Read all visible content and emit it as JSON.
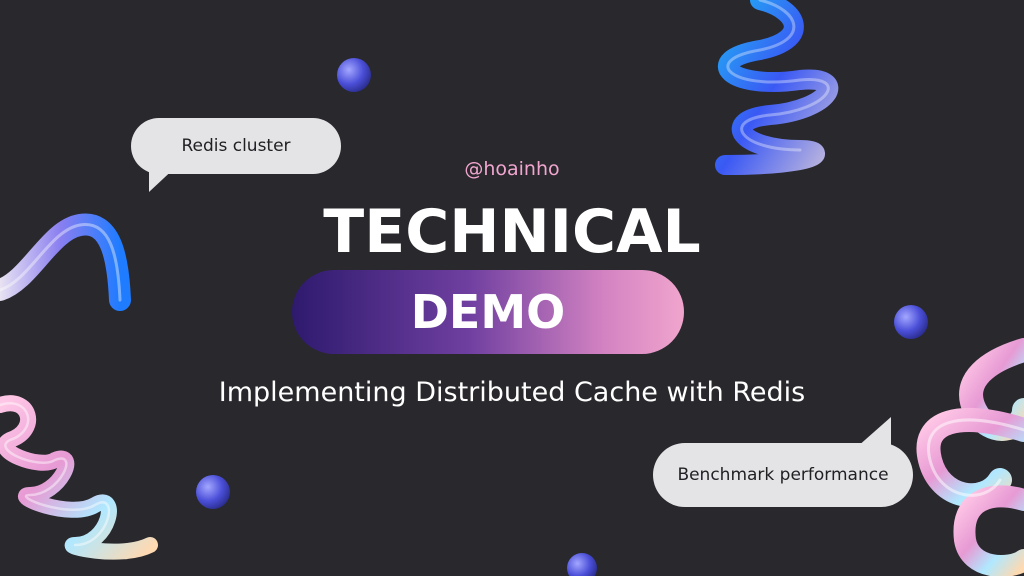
{
  "slide": {
    "handle": "@hoainho",
    "title": "TECHNICAL",
    "highlight": "DEMO",
    "subtitle": "Implementing Distributed Cache with Redis"
  },
  "bubbles": {
    "top_left": "Redis cluster",
    "bottom_right": "Benchmark performance"
  },
  "colors": {
    "background": "#28282d",
    "handle": "#f1a6cf",
    "pill_start": "#2e1a6e",
    "pill_end": "#f0a5cd",
    "bubble": "#e4e4e6"
  },
  "decorations": [
    "chrome-spiral-top",
    "chrome-arc-left",
    "chrome-spring-bottom-left",
    "chrome-coil-right",
    "blue-orb"
  ]
}
